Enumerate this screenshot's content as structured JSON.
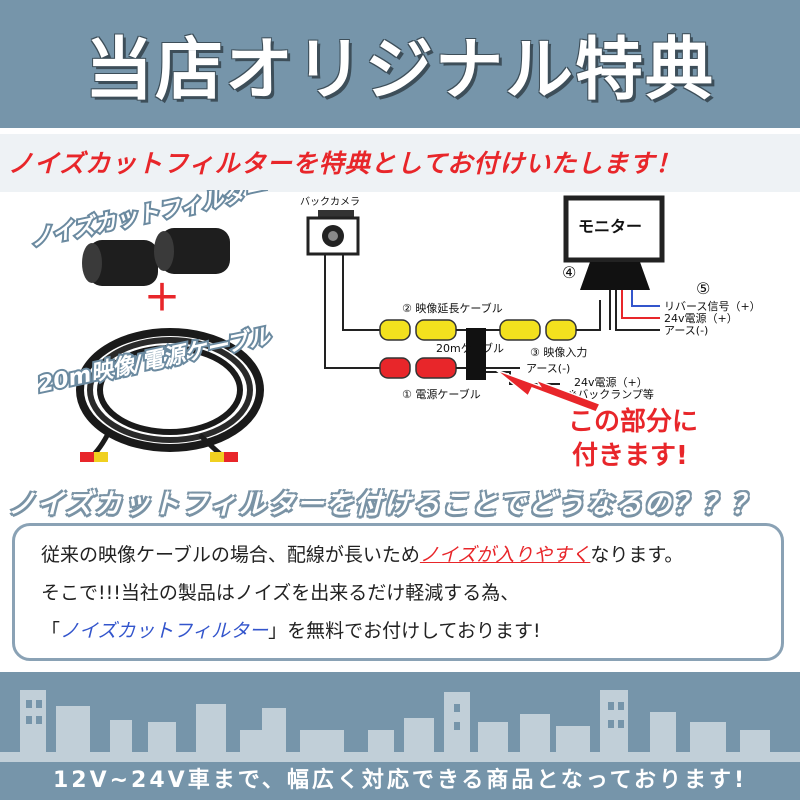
{
  "header": {
    "title": "当店オリジナル特典"
  },
  "headline": "ノイズカットフィルターを特典としてお付けいたします！",
  "diagram": {
    "filter_label": "ノイズカットフィルター",
    "plus": "＋",
    "cable_label": "20m映像/電源ケーブル",
    "camera_label": "バックカメラ",
    "monitor_label": "モニター",
    "num4": "④",
    "num5": "⑤",
    "num2_label": "② 映像延長ケーブル",
    "num1_label": "① 電源ケーブル",
    "num3_label": "③ 映像入力",
    "cable20m": "20mケーブル",
    "earth_left": "アース(-)",
    "power24_left": "24v電源（+）",
    "backlamp": "※バックランプ等",
    "reverse": "リバース信号（+）",
    "power24_right": "24v電源（+）",
    "earth_right": "アース(-)",
    "callout_line1": "この部分に",
    "callout_line2": "付きます!",
    "colors": {
      "accent": "#e8262a",
      "blue": "#3355cc",
      "brand": "#7695aa"
    }
  },
  "question": "ノイズカットフィルターを付けることでどうなるの？？？",
  "info": {
    "line1_pre": "従来の映像ケーブルの場合、配線が長いため",
    "line1_red": "ノイズが入りやすく",
    "line1_post": "なります。",
    "line2": "そこで!!!当社の製品はノイズを出来るだけ軽減する為、",
    "line3_pre": "「",
    "line3_blue": "ノイズカットフィルター",
    "line3_post": "」を無料でお付けしております!"
  },
  "footer": {
    "text": "12V~24V車まで、幅広く対応できる商品となっております!"
  }
}
